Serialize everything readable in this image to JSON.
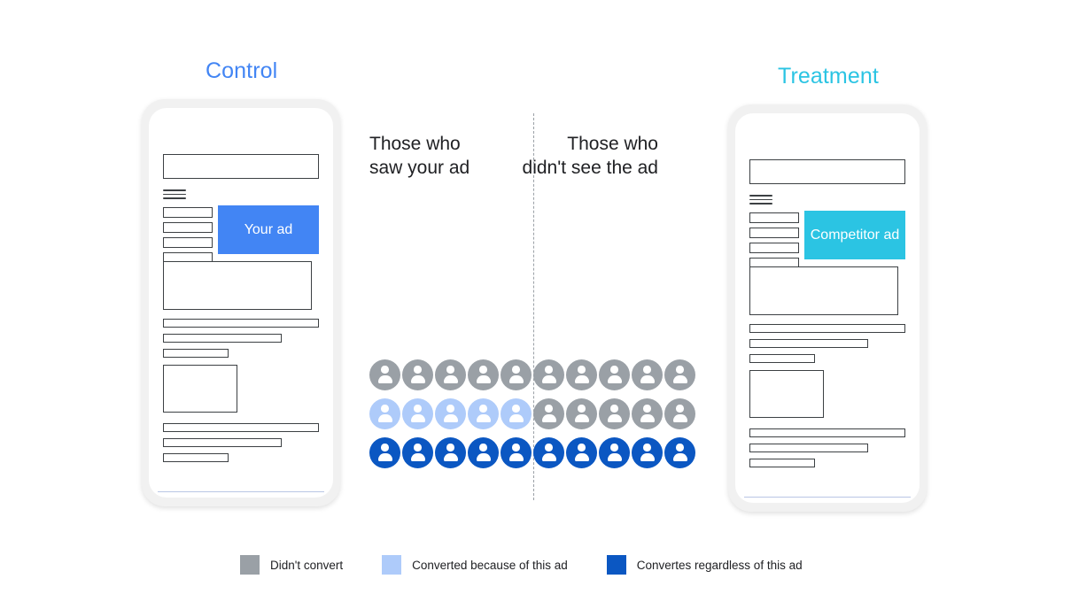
{
  "headings": {
    "control": "Control",
    "treatment": "Treatment"
  },
  "captions": {
    "left": "Those who\nsaw your ad",
    "right": "Those who\ndidn't see the ad"
  },
  "phones": {
    "control": {
      "ad_label": "Your ad",
      "ad_color": "#4285F4"
    },
    "treatment": {
      "ad_label": "Competitor ad",
      "ad_color": "#2BC4E3"
    }
  },
  "colors": {
    "control_accent": "#4285F4",
    "treatment_accent": "#2BC4E3",
    "gray": "#9AA0A6",
    "light_blue": "#AECBFA",
    "dark_blue": "#0B57C2",
    "divider": "#9AA0A6"
  },
  "chart_data": {
    "type": "table",
    "title": "",
    "xlabel": "",
    "ylabel": "",
    "description": "Pictograph of 30 people icons arranged in 3 rows of 10, split by a dashed divider into a left group (those who saw your ad, 5 columns) and a right group (those who didn't see the ad, 5 columns).",
    "groups": [
      {
        "name": "Those who saw your ad",
        "columns": 5
      },
      {
        "name": "Those who didn't see the ad",
        "columns": 5
      }
    ],
    "categories": [
      "Didn't convert",
      "Converted because of this ad",
      "Convertes regardless of this ad"
    ],
    "series": [
      {
        "name": "Those who saw your ad",
        "values": [
          5,
          5,
          5
        ]
      },
      {
        "name": "Those who didn't see the ad",
        "values": [
          10,
          0,
          5
        ]
      }
    ],
    "rows": [
      {
        "row": 1,
        "cells": [
          "gray",
          "gray",
          "gray",
          "gray",
          "gray",
          "gray",
          "gray",
          "gray",
          "gray",
          "gray"
        ]
      },
      {
        "row": 2,
        "cells": [
          "light_blue",
          "light_blue",
          "light_blue",
          "light_blue",
          "light_blue",
          "gray",
          "gray",
          "gray",
          "gray",
          "gray"
        ]
      },
      {
        "row": 3,
        "cells": [
          "dark_blue",
          "dark_blue",
          "dark_blue",
          "dark_blue",
          "dark_blue",
          "dark_blue",
          "dark_blue",
          "dark_blue",
          "dark_blue",
          "dark_blue"
        ]
      }
    ]
  },
  "legend": [
    {
      "label": "Didn't convert",
      "color": "#9AA0A6",
      "key": "gray"
    },
    {
      "label": "Converted because of this ad",
      "color": "#AECBFA",
      "key": "light_blue"
    },
    {
      "label": "Convertes regardless of this ad",
      "color": "#0B57C2",
      "key": "dark_blue"
    }
  ]
}
